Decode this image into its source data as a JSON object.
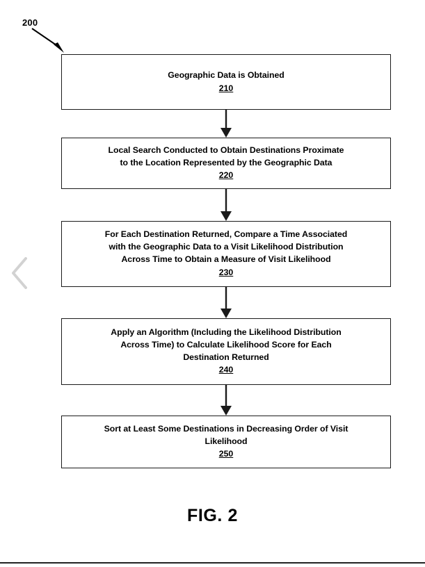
{
  "figure": {
    "reference_numeral": "200",
    "caption": "FIG. 2"
  },
  "diagram": {
    "type": "flowchart",
    "orientation": "vertical",
    "steps": [
      {
        "id": "210",
        "text": "Geographic Data is Obtained",
        "ref": "210"
      },
      {
        "id": "220",
        "text": "Local Search Conducted to Obtain Destinations Proximate\nto the Location Represented by the Geographic Data",
        "ref": "220"
      },
      {
        "id": "230",
        "text": "For Each Destination Returned, Compare a Time Associated\nwith the Geographic Data to a Visit Likelihood Distribution\nAcross Time to Obtain a Measure of Visit Likelihood",
        "ref": "230"
      },
      {
        "id": "240",
        "text": "Apply an Algorithm (Including the Likelihood Distribution\nAcross Time) to Calculate Likelihood Score for Each\nDestination Returned",
        "ref": "240"
      },
      {
        "id": "250",
        "text": "Sort at Least Some Destinations in Decreasing Order of Visit\nLikelihood",
        "ref": "250"
      }
    ]
  },
  "viewer": {
    "prev_page_icon": "chevron-left-icon"
  },
  "colors": {
    "background": "#ffffff",
    "ink": "#000000",
    "box_border": "#1a1a1a",
    "chevron": "#cfcfcf",
    "rule": "#222222"
  }
}
